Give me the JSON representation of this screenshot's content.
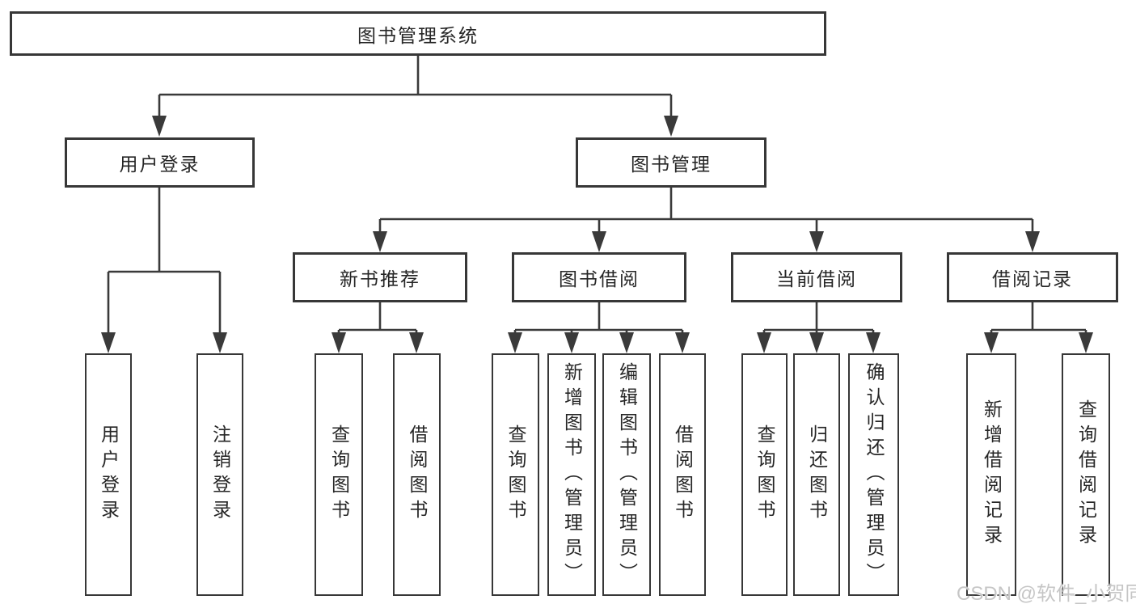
{
  "colors": {
    "background": "#ffffff",
    "line": "#3a3a3a",
    "box_border": "#373737",
    "box_fill": "#ffffff",
    "text": "#262626",
    "watermark_text": "#c6c6c6"
  },
  "watermark": {
    "text": "CSDN @软件_小贺同学"
  },
  "tree": {
    "root": {
      "label": "图书管理系统",
      "children": [
        {
          "label": "用户登录",
          "children": [
            {
              "label": "用户登录"
            },
            {
              "label": "注销登录"
            }
          ]
        },
        {
          "label": "图书管理",
          "children": [
            {
              "label": "新书推荐",
              "children": [
                {
                  "label": "查询图书"
                },
                {
                  "label": "借阅图书"
                }
              ]
            },
            {
              "label": "图书借阅",
              "children": [
                {
                  "label": "查询图书"
                },
                {
                  "label": "新增图书（管理员）"
                },
                {
                  "label": "编辑图书（管理员）"
                },
                {
                  "label": "借阅图书"
                }
              ]
            },
            {
              "label": "当前借阅",
              "children": [
                {
                  "label": "查询图书"
                },
                {
                  "label": "归还图书"
                },
                {
                  "label": "确认归还（管理员）"
                }
              ]
            },
            {
              "label": "借阅记录",
              "children": [
                {
                  "label": "新增借阅记录"
                },
                {
                  "label": "查询借阅记录"
                }
              ]
            }
          ]
        }
      ]
    }
  }
}
